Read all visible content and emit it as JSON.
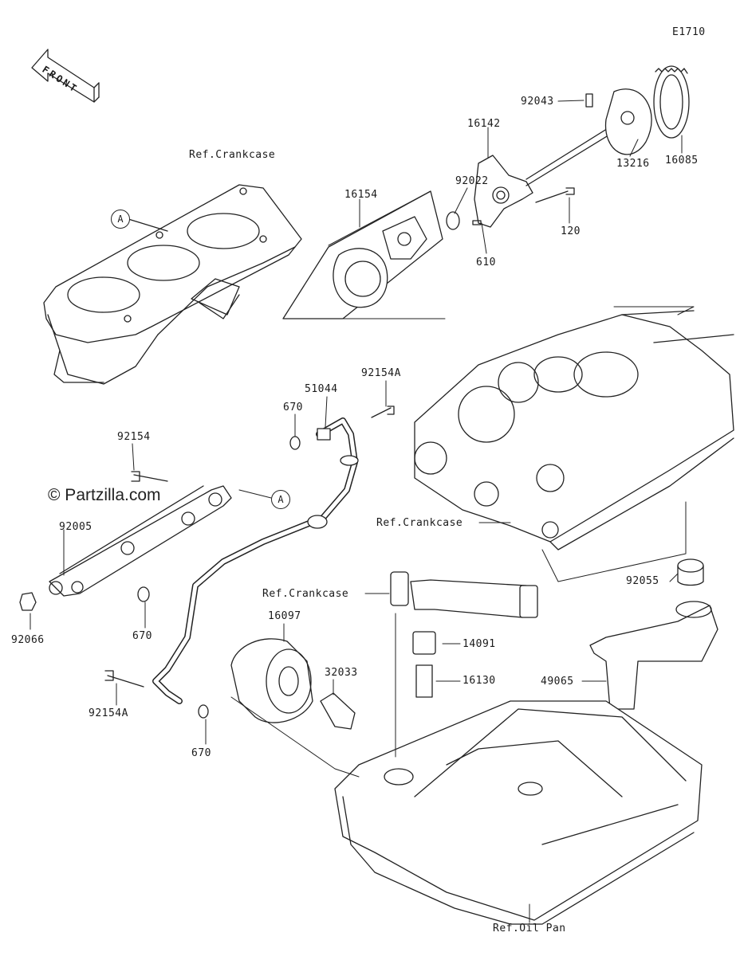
{
  "diagram_code": "E1710",
  "front_label": "FRONT",
  "watermark": "© Partzilla.com",
  "callout_letter": "A",
  "parts": {
    "p92043": "92043",
    "p16142": "16142",
    "p92022": "92022",
    "p16154": "16154",
    "p13216": "13216",
    "p16085": "16085",
    "p120": "120",
    "p610": "610",
    "p92154A_top": "92154A",
    "p51044": "51044",
    "p670_top": "670",
    "p92154": "92154",
    "p92005": "92005",
    "p92066": "92066",
    "p670_mid": "670",
    "p16097": "16097",
    "p32033": "32033",
    "p92154A_bot": "92154A",
    "p670_bot": "670",
    "p92055": "92055",
    "p14091": "14091",
    "p16130": "16130",
    "p49065": "49065"
  },
  "refs": {
    "crankcase_top": "Ref.Crankcase",
    "crankcase_mid": "Ref.Crankcase",
    "crankcase_low": "Ref.Crankcase",
    "oil_pan": "Ref.Oil Pan"
  }
}
